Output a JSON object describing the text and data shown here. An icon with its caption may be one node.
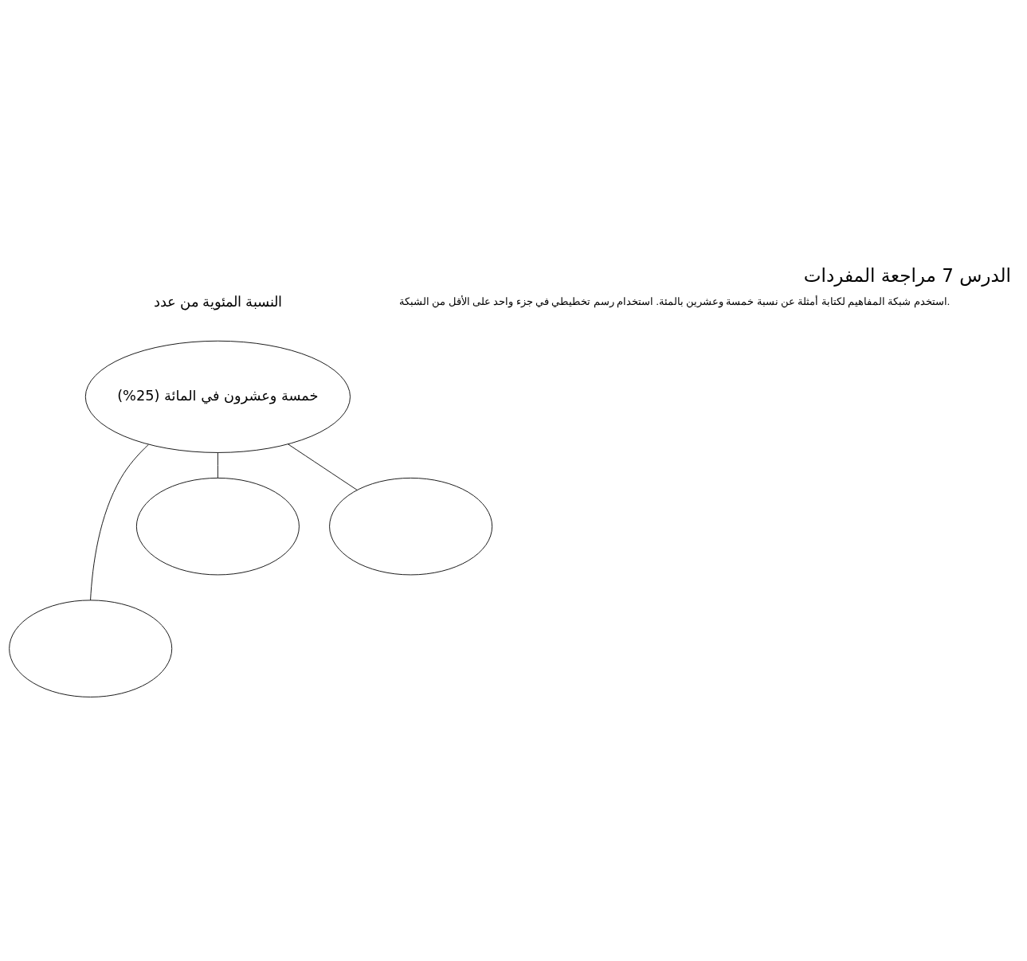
{
  "diagram": {
    "title": "الدرس 7 مراجعة المفردات",
    "nodes": [
      {
        "text": [],
        "shape": "ellipse"
      },
      {
        "text": [],
        "shape": "ellipse"
      },
      {
        "text": [],
        "shape": "ellipse"
      },
      {
        "text": [
          "خمسة وعشرون في المائة (25%)"
        ]
      }
    ],
    "edges": [
      {
        "from": 1,
        "to": 3,
        "arrow": "none"
      },
      {
        "from": 0,
        "to": 3,
        "arrow": "none"
      },
      {
        "from": 2,
        "to": 3,
        "arrow": "none"
      }
    ],
    "labels": [
      "النسبة المئوية من عدد",
      "استخدم شبكة المفاهيم لكتابة أمثلة عن نسبة خمسة وعشرين بالمئة. استخدام رسم تخطيطي في جزء واحد على الأقل من الشبكة."
    ]
  }
}
